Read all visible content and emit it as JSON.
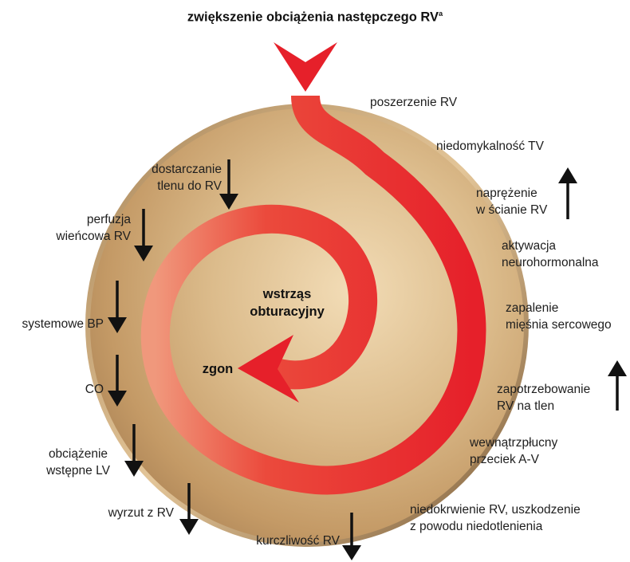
{
  "title": {
    "text": "zwiększenie obciążenia następczego RV",
    "superscript": "a"
  },
  "center": {
    "shock_label": "wstrząs\nobturacyjny",
    "death_label": "zgon"
  },
  "right_labels": {
    "dilation": "poszerzenie RV",
    "tv_insufficiency": "niedomykalność TV",
    "wall_tension": "naprężenie\nw ścianie RV",
    "neurohormonal": "aktywacja\nneurohormonalna",
    "myocarditis": "zapalenie\nmięśnia sercowego",
    "o2_demand": "zapotrzebowanie\nRV na tlen",
    "av_shunt": "wewnątrzpłucny\nprzeciek A-V",
    "ischemia": "niedokrwienie RV, uszkodzenie\nz powodu niedotlenienia"
  },
  "left_labels": {
    "o2_delivery": "dostarczanie\ntlenu do RV",
    "coronary_perfusion": "perfuzja\nwieńcowa RV",
    "systemic_bp": "systemowe BP",
    "co": "CO",
    "lv_preload": "obciążenie\nwstępne LV",
    "rv_output": "wyrzut z RV",
    "rv_contractility": "kurczliwość RV"
  },
  "colors": {
    "spiral_red": "#e8232a",
    "spiral_light": "#ee8a72",
    "disc_gold": "#d6b483",
    "disc_rim": "#8a6a45",
    "arrow_black": "#111111"
  },
  "icons": {
    "up_arrow": "up-arrow-icon",
    "down_arrow": "down-arrow-icon"
  }
}
